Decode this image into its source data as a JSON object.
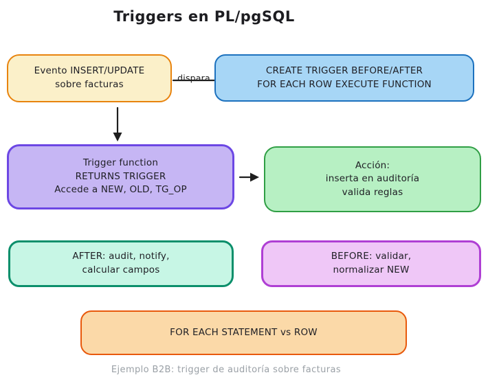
{
  "title": "Triggers en PL/pgSQL",
  "footer": "Ejemplo B2B: trigger de auditoría sobre facturas",
  "palette": {
    "background": "#ffffff",
    "text": "#1e1e24",
    "arrow": "#1e1e1e",
    "footer_text": "#9aa0a6"
  },
  "nodes": {
    "event": {
      "lines": [
        "Evento INSERT/UPDATE",
        "sobre facturas"
      ],
      "fill": "#FBF0C9",
      "stroke": "#E8830D"
    },
    "create_trigger": {
      "lines": [
        "CREATE TRIGGER BEFORE/AFTER",
        "FOR EACH ROW EXECUTE FUNCTION"
      ],
      "fill": "#A7D6F6",
      "stroke": "#1C71BE"
    },
    "trigger_function": {
      "lines": [
        "Trigger function",
        "RETURNS TRIGGER",
        "Accede a NEW, OLD, TG_OP"
      ],
      "fill": "#C6B6F4",
      "stroke": "#6C47E4"
    },
    "action": {
      "lines": [
        "Acción:",
        "inserta en auditoría",
        "valida reglas"
      ],
      "fill": "#B7F0C3",
      "stroke": "#2F9E44"
    },
    "after": {
      "lines": [
        "AFTER: audit, notify,",
        "calcular campos"
      ],
      "fill": "#C7F6E5",
      "stroke": "#0B8F6B"
    },
    "before": {
      "lines": [
        "BEFORE: validar,",
        "normalizar NEW"
      ],
      "fill": "#EFC7F7",
      "stroke": "#AF3FD4"
    },
    "statement_vs_row": {
      "lines": [
        "FOR EACH STATEMENT vs ROW"
      ],
      "fill": "#FBD9A8",
      "stroke": "#E8590C"
    }
  },
  "arrows": {
    "dispara_label": "dispara"
  }
}
